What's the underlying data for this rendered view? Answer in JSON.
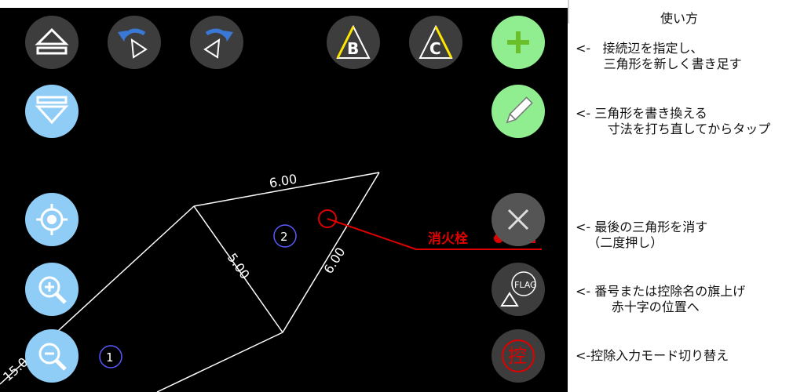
{
  "canvas": {
    "edge_labels": [
      "6.00",
      "5.00",
      "6.00",
      "15.0"
    ],
    "triangle_numbers": [
      "2",
      "1"
    ],
    "hydrant_label": "消火栓",
    "colors": {
      "background": "#000000",
      "lines": "#ffffff",
      "marker": "#e00000",
      "numbers": "#6060ff"
    }
  },
  "toolbar": {
    "eject_icon": "eject-icon",
    "rotate_left_icon": "rotate-left-triangle-icon",
    "rotate_right_icon": "rotate-right-triangle-icon",
    "b_label": "B",
    "c_label": "C",
    "flag_label": "FLAG",
    "stamp_label": "控"
  },
  "legend": {
    "title": "使い方",
    "add_triangle": "<-   接続辺を指定し、\n       三角形を新しく書き足す",
    "rewrite_triangle": "<- 三角形を書き換える\n        寸法を打ち直してからタップ",
    "delete_triangle": "<- 最後の三角形を消す\n   （二度押し）",
    "flag": "<- 番号または控除名の旗上げ\n         赤十字の位置へ",
    "deduction_mode": "<-控除入力モード切り替え"
  }
}
